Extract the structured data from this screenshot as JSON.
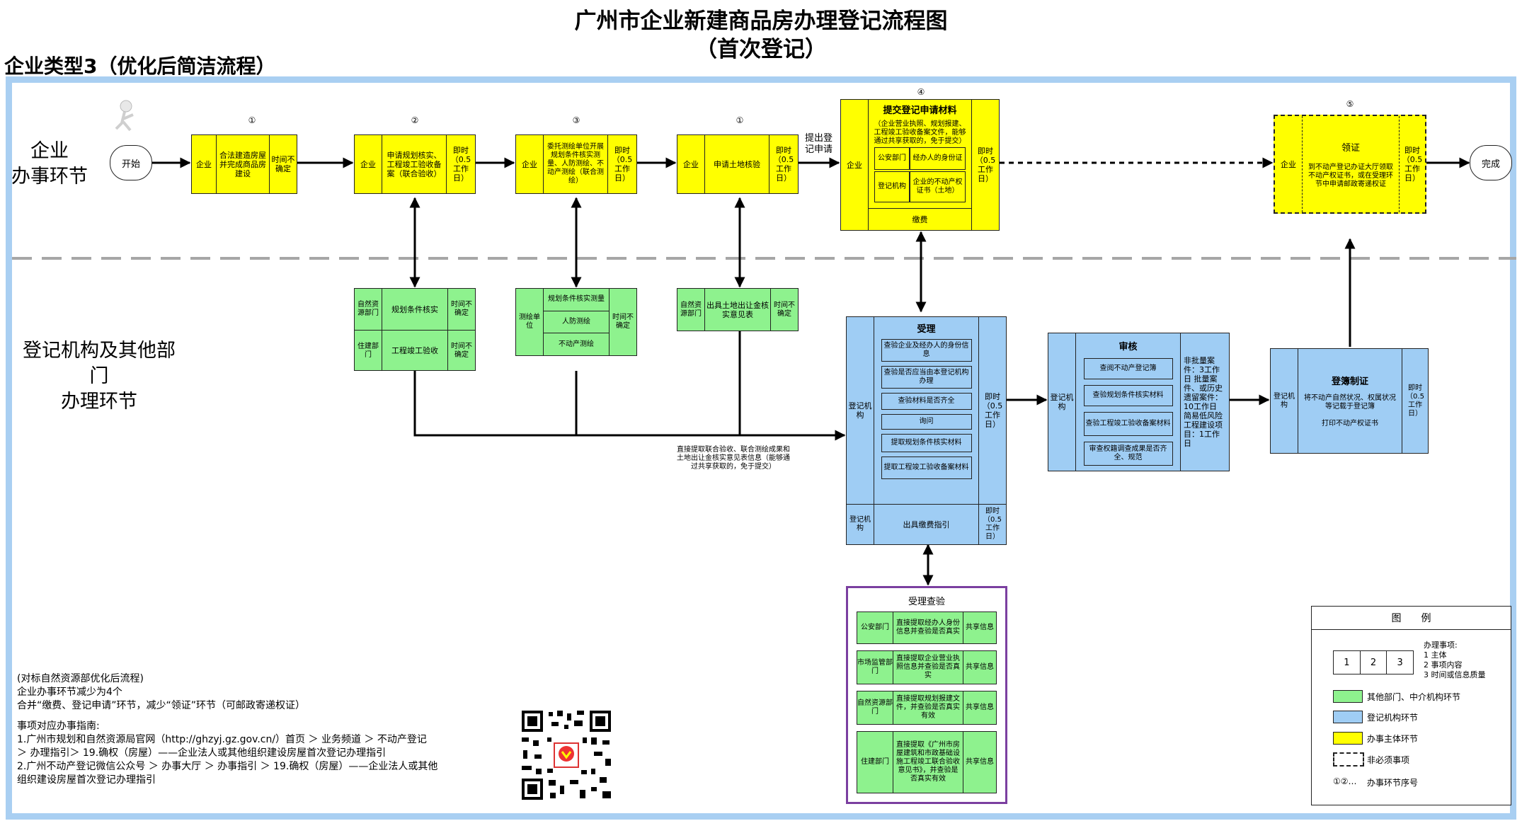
{
  "title_line1": "广州市企业新建商品房办理登记流程图",
  "title_line2": "（首次登记）",
  "subtitle": "企业类型3（优化后简洁流程）",
  "lanes": {
    "top": [
      "企业",
      "办事环节"
    ],
    "bottom": [
      "登记机构及其他部门",
      "办理环节"
    ]
  },
  "start_label": "开始",
  "end_label": "完成",
  "top_steps": [
    {
      "num": "①",
      "actor": "企业",
      "content": "合法建造房屋并完成商品房建设",
      "time": "时间不确定"
    },
    {
      "num": "②",
      "actor": "企业",
      "content": "申请规划核实、工程竣工验收备案（联合验收）",
      "time": "即时（0.5工作日）"
    },
    {
      "num": "③",
      "actor": "企业",
      "content": "委托测绘单位开展规划条件核实测量、人防测绘、不动产测绘（联合测绘）",
      "time": "即时（0.5工作日）"
    },
    {
      "num": "①",
      "actor": "企业",
      "content": "申请土地核验",
      "time": "即时（0.5工作日）"
    }
  ],
  "submit_arrow_label": "提出登记申请",
  "step4": {
    "num": "④",
    "actor": "企业",
    "title": "提交登记申请材料",
    "note": "（企业营业执照、规划报建、工程竣工验收备案文件，能够通过共享获取的，免于提交）",
    "grid": [
      [
        "公安部门",
        "经办人的身份证"
      ],
      [
        "登记机构",
        "企业的不动产权证书（土地）"
      ]
    ],
    "fee": "缴费",
    "time": "即时（0.5工作日）"
  },
  "step5": {
    "num": "⑤",
    "actor": "企业",
    "title": "领证",
    "content": "到不动产登记办证大厅领取不动产权证书，或在受理环节中申请邮政寄递权证",
    "time": "即时（0.5工作日）"
  },
  "green_boxes": {
    "g1": [
      {
        "dept": "自然资源部门",
        "content": "规划条件核实",
        "time": "时间不确定"
      },
      {
        "dept": "住建部门",
        "content": "工程竣工验收",
        "time": "时间不确定"
      }
    ],
    "g2": {
      "dept": "测绘单位",
      "items": [
        "规划条件核实测量",
        "人防测绘",
        "不动产测绘"
      ],
      "time": "时间不确定"
    },
    "g3": {
      "dept": "自然资源部门",
      "content": "出具土地出让金核实意见表",
      "time": "时间不确定"
    }
  },
  "accept": {
    "actor": "登记机构",
    "title": "受理",
    "items": [
      "查验企业及经办人的身份信息",
      "查验是否应当由本登记机构办理",
      "查验材料是否齐全",
      "询问",
      "提取规划条件核实材料",
      "提取工程竣工验收备案材料"
    ],
    "time": "即时（0.5工作日）",
    "fee_actor": "登记机构",
    "fee_content": "出具缴费指引",
    "fee_time": "即时（0.5工作日）"
  },
  "line_note": "直接提取联合验收、联合测绘成果和土地出让金核实意见表信息（能够通过共享获取的，免于提交）",
  "review": {
    "actor": "登记机构",
    "title": "审核",
    "items": [
      "查阅不动产登记簿",
      "查验规划条件核实材料",
      "查验工程竣工验收备案材料",
      "审查权籍调查成果是否齐全、规范"
    ],
    "time": "非批量案件：3工作日 批量案件、或历史遗留案件：10工作日 简易低风险工程建设项目：1工作日"
  },
  "register": {
    "actor": "登记机构",
    "title": "登簿制证",
    "content": "将不动产自然状况、权属状况等记载于登记簿",
    "content2": "打印不动产权证书",
    "time": "即时（0.5工作日）"
  },
  "verify": {
    "title": "受理查验",
    "rows": [
      {
        "dept": "公安部门",
        "content": "直接提取经办人身份信息并查验是否真实",
        "tag": "共享信息"
      },
      {
        "dept": "市场监管部门",
        "content": "直接提取企业营业执照信息并查验是否真实",
        "tag": "共享信息"
      },
      {
        "dept": "自然资源部门",
        "content": "直接提取规划报建文件，并查验是否真实有效",
        "tag": "共享信息"
      },
      {
        "dept": "住建部门",
        "content": "直接提取《广州市房屋建筑和市政基础设施工程竣工联合验收意见书》，并查验是否真实有效",
        "tag": "共享信息"
      }
    ]
  },
  "notes": {
    "line1": "(对标自然资源部优化后流程)",
    "line2": "企业办事环节减少为4个",
    "line3": "合并“缴费、登记申请”环节，减少“领证”环节（可邮政寄递权证）",
    "line4": "事项对应办事指南:",
    "line5": "1.广州市规划和自然资源局官网（http://ghzyj.gz.gov.cn/）首页 ＞ 业务频道 ＞ 不动产登记",
    "line6": "＞ 办理指引＞ 19.确权（房屋）——企业法人或其他组织建设房屋首次登记办理指引",
    "line7": "2.广州不动产登记微信公众号 ＞ 办事大厅 ＞ 办事指引 ＞ 19.确权（房屋）——企业法人或其他",
    "line8": "组织建设房屋首次登记办理指引"
  },
  "legend": {
    "title": "图　　例",
    "cells": [
      "1",
      "2",
      "3"
    ],
    "matter_title": "办理事项:",
    "matter_items": [
      "1 主体",
      "2 事项内容",
      "3 时间或信息质量"
    ],
    "items": [
      {
        "label": "其他部门、中介机构环节",
        "color": "#8ef28e"
      },
      {
        "label": "登记机构环节",
        "color": "#9fcdf4"
      },
      {
        "label": "办事主体环节",
        "color": "#ffff00"
      },
      {
        "label": "非必须事项"
      },
      {
        "label": "办事环节序号",
        "symbol": "①②…"
      }
    ]
  }
}
